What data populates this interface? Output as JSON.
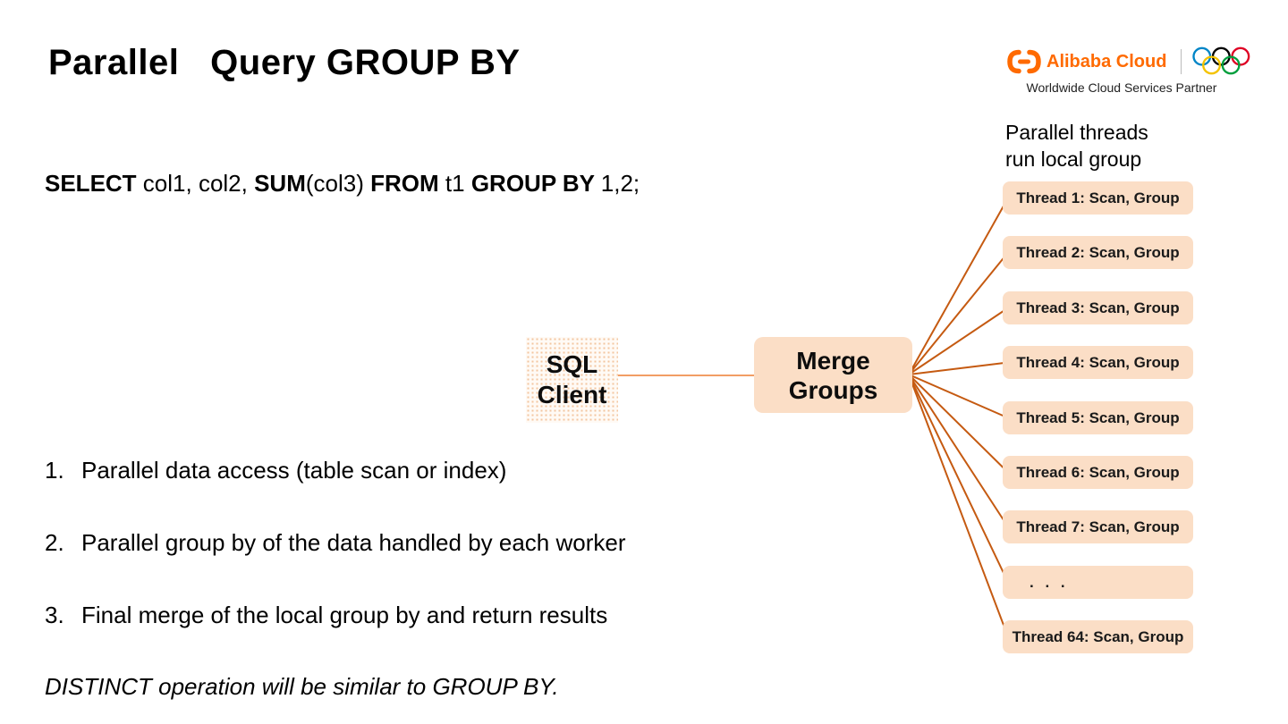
{
  "slide": {
    "title": "Parallel   Query GROUP BY",
    "sql": {
      "segments": [
        {
          "text": "SELECT ",
          "bold": true
        },
        {
          "text": "col1, col2, ",
          "bold": false
        },
        {
          "text": "SUM",
          "bold": true
        },
        {
          "text": "(col3) ",
          "bold": false
        },
        {
          "text": "FROM ",
          "bold": true
        },
        {
          "text": "t1 ",
          "bold": false
        },
        {
          "text": "GROUP BY ",
          "bold": true
        },
        {
          "text": "1,2;",
          "bold": false
        }
      ]
    },
    "steps": [
      {
        "number": "1.",
        "text": "Parallel data access (table scan or index)"
      },
      {
        "number": "2.",
        "text": "Parallel group by of the data handled by each worker"
      },
      {
        "number": "3.",
        "text": "Final merge of the local group by and return results"
      }
    ],
    "footnote": "DISTINCT operation will be similar to GROUP BY."
  },
  "logo": {
    "brand": "Alibaba Cloud",
    "tagline": "Worldwide Cloud Services Partner",
    "brand_color": "#FF6A00",
    "olympic_colors": [
      "#0085C7",
      "#000000",
      "#DF0024",
      "#F4C300",
      "#009F3D"
    ]
  },
  "diagram": {
    "caption": "Parallel threads\nrun local group",
    "sql_client": {
      "line1": "SQL",
      "line2": "Client"
    },
    "merge_box": {
      "line1": "Merge",
      "line2": "Groups"
    },
    "threads": [
      "Thread 1: Scan, Group",
      "Thread 2: Scan, Group",
      "Thread 3: Scan, Group",
      "Thread 4: Scan, Group",
      "Thread 5: Scan, Group",
      "Thread 6: Scan, Group",
      "Thread 7: Scan, Group",
      ". . .",
      "Thread 64: Scan, Group"
    ],
    "colors": {
      "box_fill": "#FBDEC6",
      "fan_line": "#C55A11",
      "connector_line": "#ED7D31"
    }
  }
}
